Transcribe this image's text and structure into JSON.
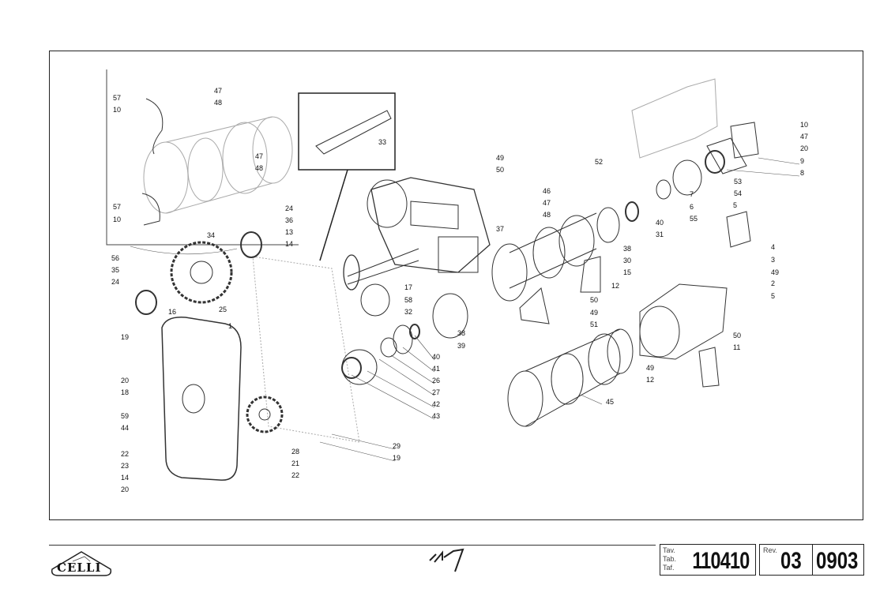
{
  "drawing": {
    "callouts": [
      "57",
      "10",
      "47",
      "48",
      "47",
      "48",
      "57",
      "10",
      "33",
      "24",
      "36",
      "34",
      "13",
      "14",
      "56",
      "35",
      "24",
      "25",
      "16",
      "1",
      "19",
      "17",
      "58",
      "32",
      "38",
      "39",
      "40",
      "41",
      "26",
      "27",
      "42",
      "43",
      "20",
      "18",
      "59",
      "44",
      "22",
      "23",
      "14",
      "20",
      "28",
      "21",
      "22",
      "29",
      "19",
      "45",
      "49",
      "50",
      "52",
      "46",
      "47",
      "48",
      "37",
      "38",
      "30",
      "15",
      "50",
      "49",
      "51",
      "12",
      "40",
      "31",
      "55",
      "7",
      "6",
      "53",
      "54",
      "10",
      "47",
      "20",
      "9",
      "8",
      "5",
      "4",
      "3",
      "49",
      "2",
      "5",
      "50",
      "11",
      "49",
      "12"
    ]
  },
  "footer": {
    "logo_text": "CELLI",
    "table_labels": [
      "Tav.",
      "Tab.",
      "Taf."
    ],
    "table_number": "110410",
    "rev_label": "Rev.",
    "rev_number": "03",
    "date_code": "0903"
  }
}
